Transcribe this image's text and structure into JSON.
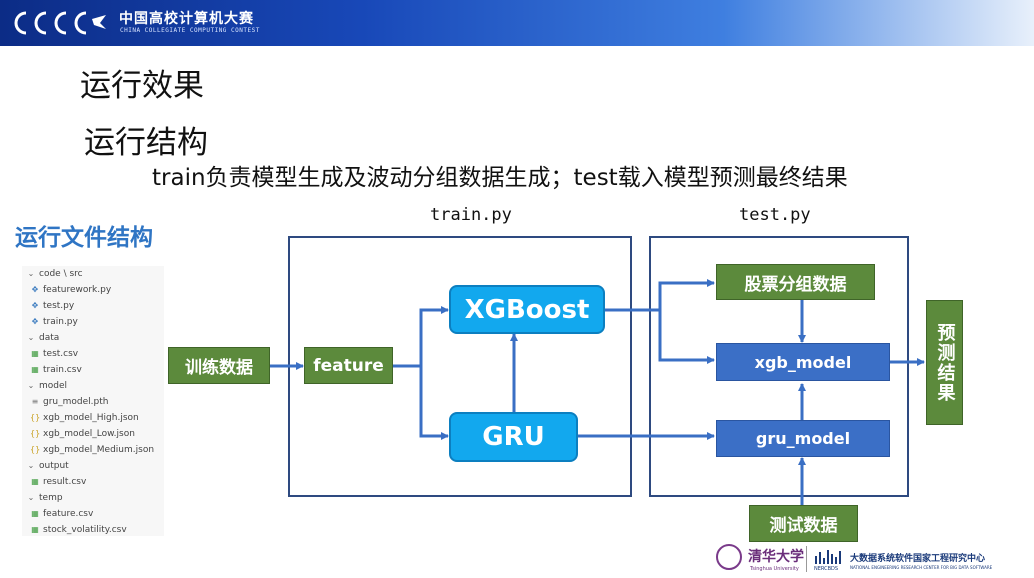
{
  "header": {
    "contest_cn": "中国高校计算机大赛",
    "contest_en": "CHINA COLLEGIATE COMPUTING CONTEST"
  },
  "title": "运行效果",
  "subtitle": "运行结构",
  "description": "train负责模型生成及波动分组数据生成；test载入模型预测最终结果",
  "section_title": "运行文件结构",
  "file_tree": [
    {
      "label": "code \\ src",
      "icon": "folder"
    },
    {
      "label": "featurework.py",
      "icon": "python"
    },
    {
      "label": "test.py",
      "icon": "python"
    },
    {
      "label": "train.py",
      "icon": "python"
    },
    {
      "label": "data",
      "icon": "folder"
    },
    {
      "label": "test.csv",
      "icon": "csv"
    },
    {
      "label": "train.csv",
      "icon": "csv"
    },
    {
      "label": "model",
      "icon": "folder"
    },
    {
      "label": "gru_model.pth",
      "icon": "file"
    },
    {
      "label": "xgb_model_High.json",
      "icon": "json"
    },
    {
      "label": "xgb_model_Low.json",
      "icon": "json"
    },
    {
      "label": "xgb_model_Medium.json",
      "icon": "json"
    },
    {
      "label": "output",
      "icon": "folder"
    },
    {
      "label": "result.csv",
      "icon": "csv"
    },
    {
      "label": "temp",
      "icon": "folder"
    },
    {
      "label": "feature.csv",
      "icon": "csv"
    },
    {
      "label": "stock_volatility.csv",
      "icon": "csv"
    }
  ],
  "diagram": {
    "train_label": "train.py",
    "test_label": "test.py",
    "nodes": {
      "training_data": "训练数据",
      "feature": "feature",
      "xgboost": "XGBoost",
      "gru": "GRU",
      "stock_group": "股票分组数据",
      "xgb_model": "xgb_model",
      "gru_model": "gru_model",
      "prediction": "预测结果",
      "test_data": "测试数据"
    },
    "colors": {
      "green": "#5c8a3c",
      "blue": "#3b6fc6",
      "cyan": "#12a8ee",
      "arrow": "#3a6fc4"
    }
  },
  "footer": {
    "tsinghua_cn": "清华大学",
    "tsinghua_en": "Tsinghua University",
    "bigdata_abbr": "NERCBDS",
    "center_cn": "大数据系统软件国家工程研究中心",
    "center_en": "NATIONAL ENGINEERING RESEARCH CENTER FOR BIG DATA SOFTWARE"
  }
}
